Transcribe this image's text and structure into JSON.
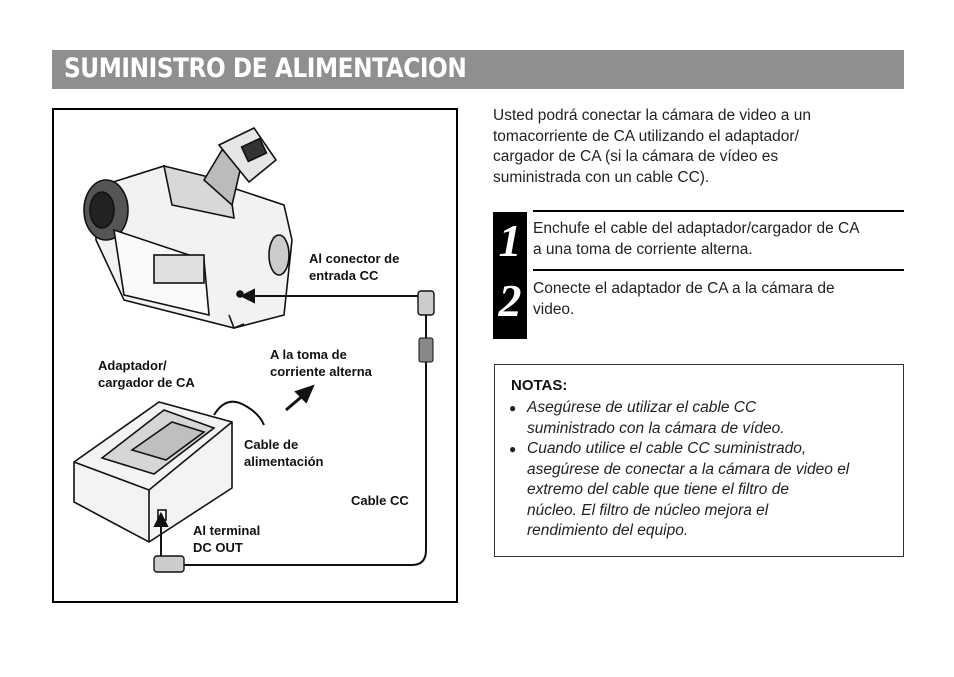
{
  "title": "SUMINISTRO DE ALIMENTACION",
  "figure": {
    "labels": {
      "connector_in_1": "Al conector de",
      "connector_in_2": "entrada CC",
      "adapter_1": "Adaptador/",
      "adapter_2": "cargador de CA",
      "outlet_1": "A la toma de",
      "outlet_2": "corriente alterna",
      "power_cable_1": "Cable de",
      "power_cable_2": "alimentación",
      "dc_cable": "Cable CC",
      "dc_out_1": "Al terminal",
      "dc_out_2": "DC OUT"
    }
  },
  "intro": [
    "Usted podrá conectar la cámara de video a un",
    "tomacorriente de CA utilizando el adaptador/",
    "cargador de CA (si la cámara de vídeo es",
    "suministrada con un cable CC)."
  ],
  "steps": [
    {
      "number": "1",
      "lines": [
        "Enchufe el cable del adaptador/cargador de CA",
        "a una toma de corriente alterna."
      ]
    },
    {
      "number": "2",
      "lines": [
        "Conecte el adaptador de CA a la cámara de",
        "video."
      ]
    }
  ],
  "notes": {
    "title": "NOTAS:",
    "bullet": "●",
    "items": [
      [
        "Asegúrese de utilizar el cable CC",
        "suministrado con la cámara de vídeo."
      ],
      [
        "Cuando utilice el cable CC suministrado,",
        "asegúrese de conectar a la cámara de video el",
        "extremo del cable que tiene el filtro de",
        "núcleo. El filtro de núcleo mejora el",
        "rendimiento del equipo."
      ]
    ]
  }
}
